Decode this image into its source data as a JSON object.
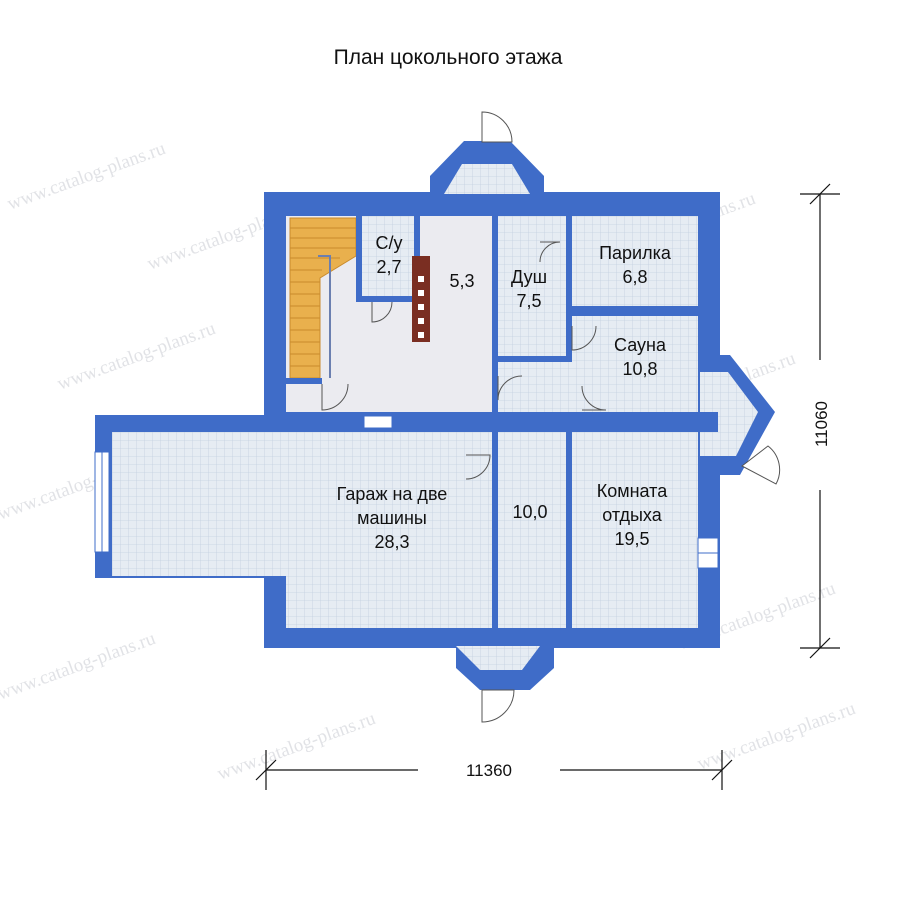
{
  "title": "План цокольного этажа",
  "watermark": "www.catalog-plans.ru",
  "colors": {
    "wall": "#3f6cc8",
    "floor": "#e4eaf2",
    "grid": "#c6d2e2",
    "hall": "#ebebf0",
    "stairs": "#e9b04d",
    "chimney": "#7a2e22"
  },
  "rooms": {
    "su": {
      "name": "С/у",
      "area": "2,7"
    },
    "hall": {
      "area": "5,3"
    },
    "dush": {
      "name": "Душ",
      "area": "7,5"
    },
    "parilka": {
      "name": "Парилка",
      "area": "6,8"
    },
    "sauna": {
      "name": "Сауна",
      "area": "10,8"
    },
    "garage": {
      "name1": "Гараж на две",
      "name2": "машины",
      "area": "28,3"
    },
    "storage": {
      "area": "10,0"
    },
    "rest": {
      "name1": "Комната",
      "name2": "отдыха",
      "area": "19,5"
    }
  },
  "dimensions": {
    "width": "11360",
    "height": "11060"
  }
}
